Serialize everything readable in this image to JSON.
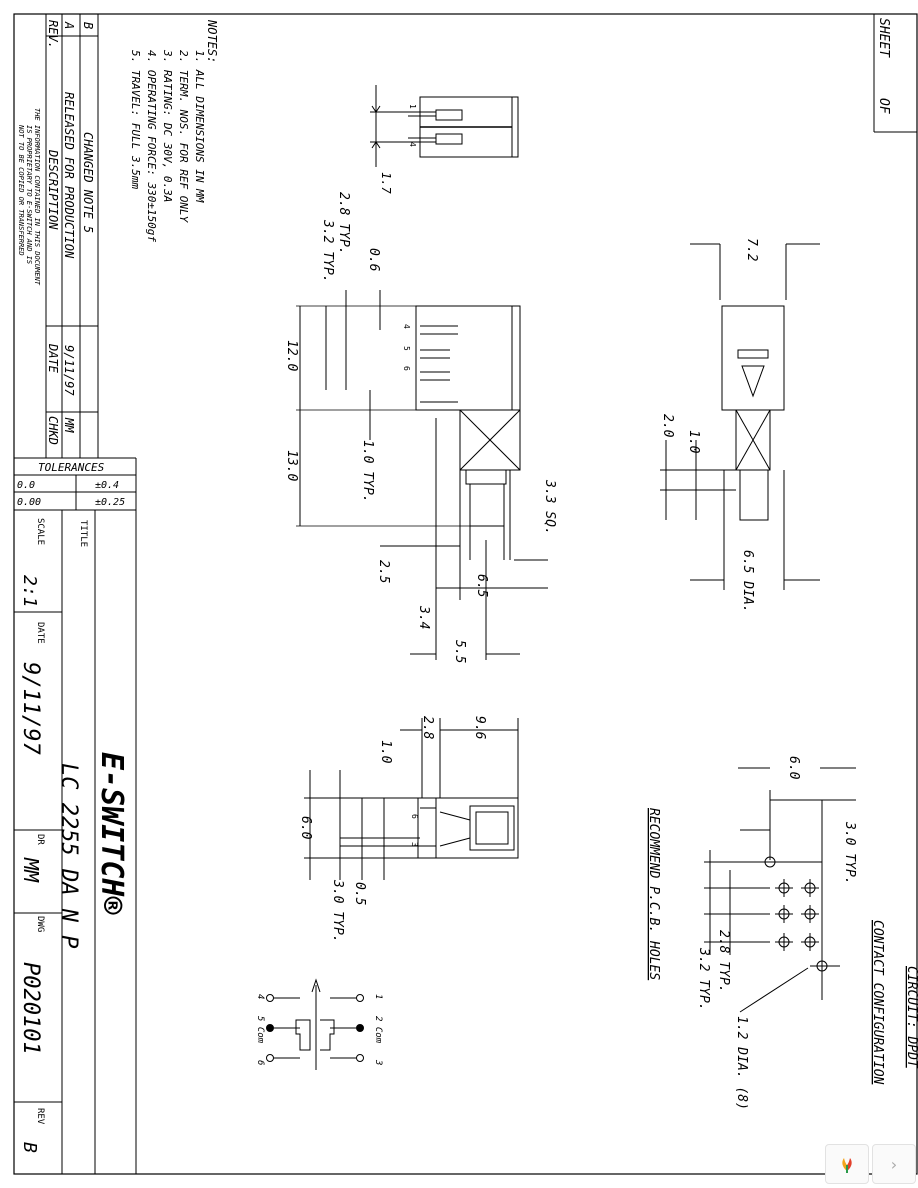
{
  "sheet": {
    "sheet_label": "SHEET",
    "of_label": "OF"
  },
  "notes": {
    "heading": "NOTES:",
    "items": [
      "1. ALL DIMENSIONS IN MM",
      "2. TERM. NOS. FOR REF ONLY",
      "3. RATING: DC 30V, 0.3A",
      "4. OPERATING FORCE: 330±150gf",
      "5. TRAVEL: FULL 3.5mm"
    ]
  },
  "revisions": {
    "rev_header": "REV.",
    "desc_header": "DESCRIPTION",
    "date_header": "DATE",
    "chkd_header": "CHKD",
    "rows": [
      {
        "rev": "B",
        "description": "CHANGED NOTE 5",
        "date": "",
        "chkd": ""
      },
      {
        "rev": "A",
        "description": "RELEASED FOR PRODUCTION",
        "date": "9/11/97",
        "chkd": "MM"
      }
    ],
    "proprietary": [
      "THE INFORMATION CONTAINED IN THIS DOCUMENT",
      "IS PROPRIETARY TO E-SWITCH AND IS",
      "NOT TO BE COPIED OR TRANSFERRED"
    ]
  },
  "tolerances": {
    "title": "TOLERANCES",
    "rows": [
      {
        "format": "0.0",
        "value": "±0.4"
      },
      {
        "format": "0.00",
        "value": "±0.25"
      }
    ]
  },
  "title_block": {
    "title_label": "TITLE",
    "scale_label": "SCALE",
    "scale": "2:1",
    "date_label": "DATE",
    "date": "9/11/97",
    "part_number": "LC 2255 DA N P",
    "dr_label": "DR",
    "drawn_by": "MM",
    "dwg_label": "DWG",
    "dwg_number": "P020101",
    "rev_label": "REV",
    "rev": "B",
    "logo_text": "E-SWITCH®"
  },
  "dimensions": {
    "side_view": [
      "1.7",
      "0.6",
      "2.8 TYP.",
      "3.2 TYP.",
      "12.0",
      "13.0",
      "1.0 TYP.",
      "2.5",
      "3.3 SQ.",
      "6.5",
      "3.4",
      "5.5"
    ],
    "front_view": [
      "7.2",
      "2.0",
      "1.0",
      "6.5 DIA."
    ],
    "bottom_view": [
      "9.6",
      "2.8",
      "1.0",
      "6.0",
      "0.5",
      "3.0 TYP."
    ],
    "pcb": [
      "6.0",
      "3.0 TYP.",
      "2.8 TYP.",
      "3.2 TYP.",
      "1.2 DIA. (8)"
    ]
  },
  "terminal_numbers": {
    "top": [
      "1",
      "4"
    ],
    "side": [
      "4",
      "5",
      "6"
    ],
    "bottom": [
      "6",
      "3"
    ]
  },
  "pcb_section": {
    "title": "RECOMMEND P.C.B. HOLES"
  },
  "contact_section": {
    "title": "CONTACT CONFIGURATION",
    "circuit": "CIRCUIT: DPDT",
    "labels_right": [
      "1",
      "2 Com",
      "3"
    ],
    "labels_left": [
      "4",
      "5 Com",
      "6"
    ]
  },
  "viewer": {
    "prev_icon": "prev-page-icon",
    "next_icon": "chevron-right-icon"
  }
}
